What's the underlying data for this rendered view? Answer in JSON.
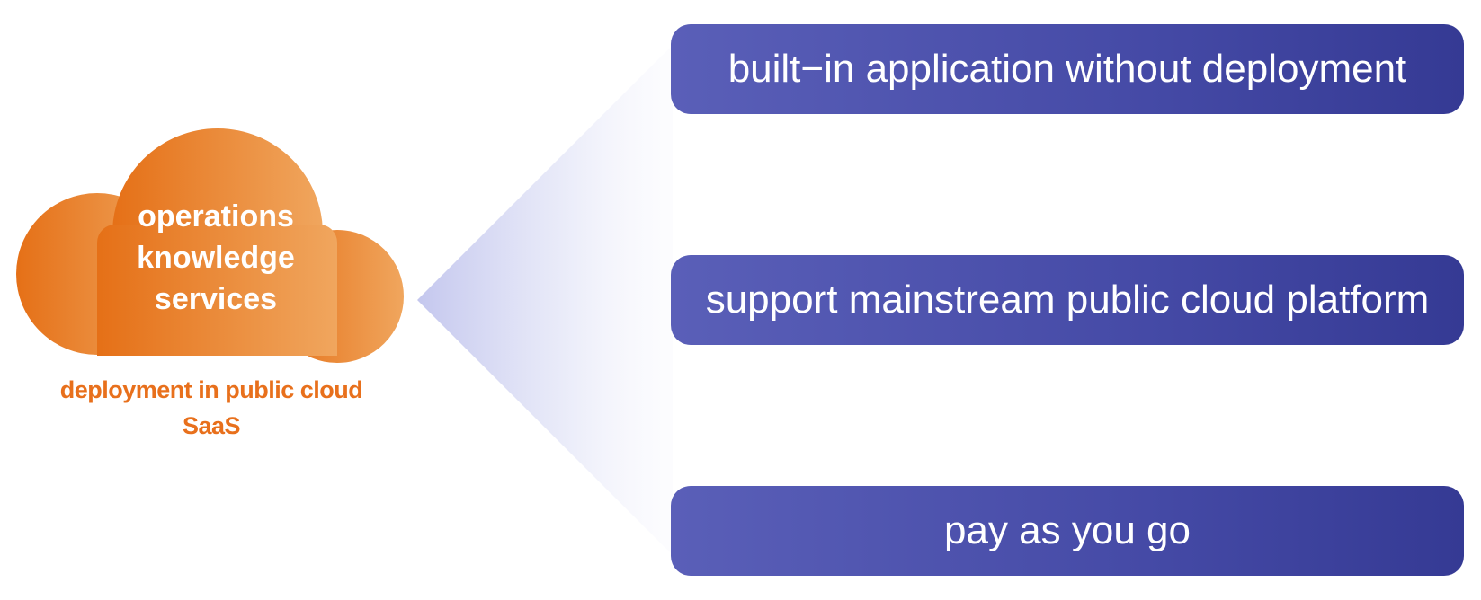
{
  "cloud": {
    "lines": [
      "operations",
      "knowledge",
      "services"
    ],
    "color_start": "#e57017",
    "color_end": "#f0a65e"
  },
  "caption": {
    "lines": [
      "deployment in public cloud",
      "SaaS"
    ],
    "color": "#e8701c"
  },
  "features": [
    {
      "label": "built−in application without deployment"
    },
    {
      "label": "support mainstream public cloud platform"
    },
    {
      "label": "pay as you go"
    }
  ],
  "colors": {
    "box_start": "#5a5fb8",
    "box_end": "#353a94",
    "fan": "#c4c7ee"
  }
}
